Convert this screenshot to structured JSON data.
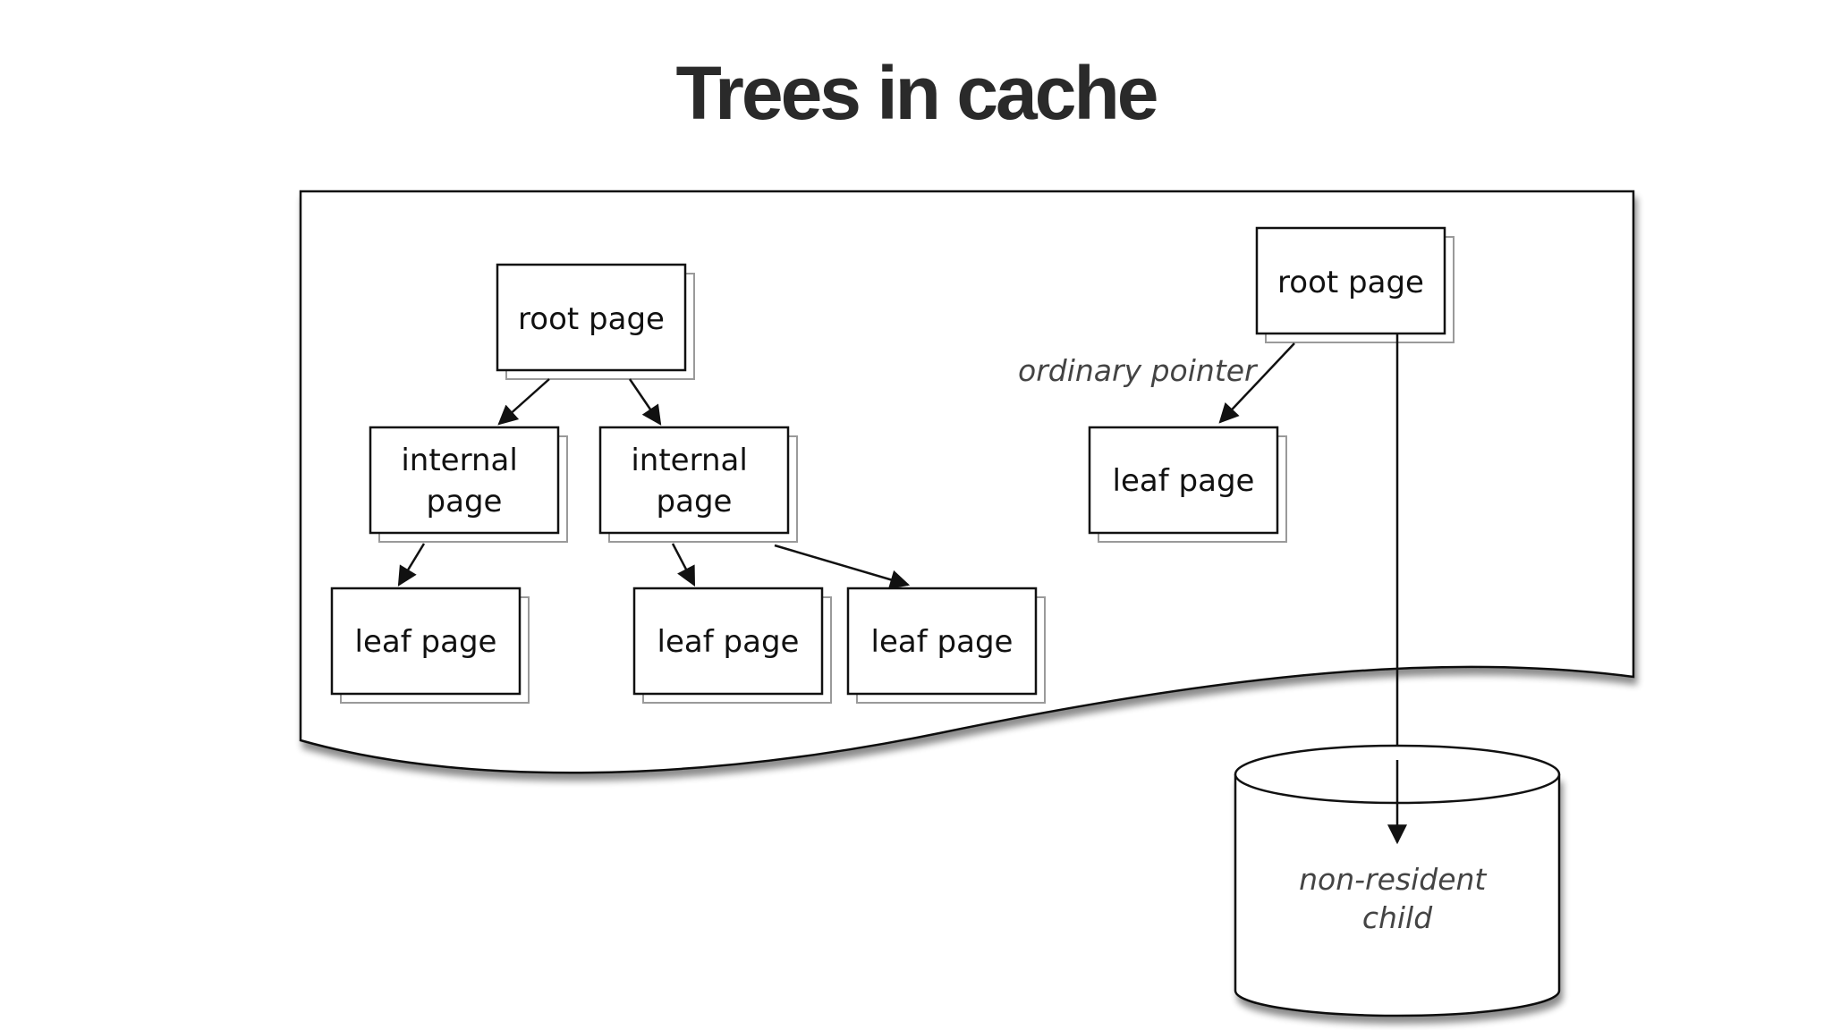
{
  "title": "Trees in cache",
  "nodes": {
    "left_root": "root page",
    "left_internal_1": [
      "internal",
      "page"
    ],
    "left_internal_2": [
      "internal",
      "page"
    ],
    "left_leaf_1": "leaf page",
    "left_leaf_2": "leaf page",
    "left_leaf_3": "leaf page",
    "right_root": "root page",
    "right_leaf": "leaf page"
  },
  "labels": {
    "ordinary_pointer": "ordinary pointer",
    "disk": [
      "non-resident",
      "child"
    ]
  }
}
